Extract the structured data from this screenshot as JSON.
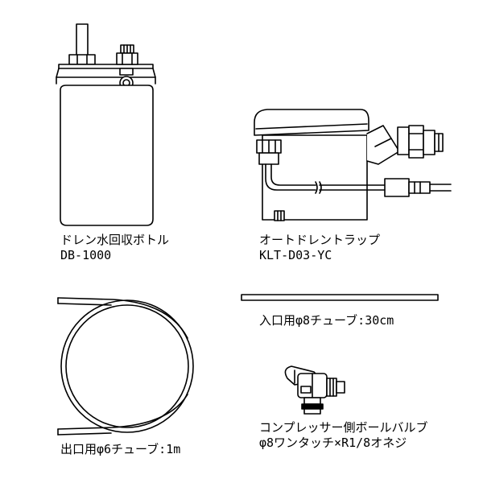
{
  "items": [
    {
      "name": "ドレン水回収ボトル",
      "model": "DB-1000"
    },
    {
      "name": "オートドレントラップ",
      "model": "KLT-D03-YC"
    },
    {
      "name": "入口用φ8チューブ:30cm"
    },
    {
      "name": "出口用φ6チューブ:1m"
    },
    {
      "name": "コンプレッサー側ボールバルブ",
      "spec": "φ8ワンタッチ×R1/8オネジ"
    }
  ]
}
